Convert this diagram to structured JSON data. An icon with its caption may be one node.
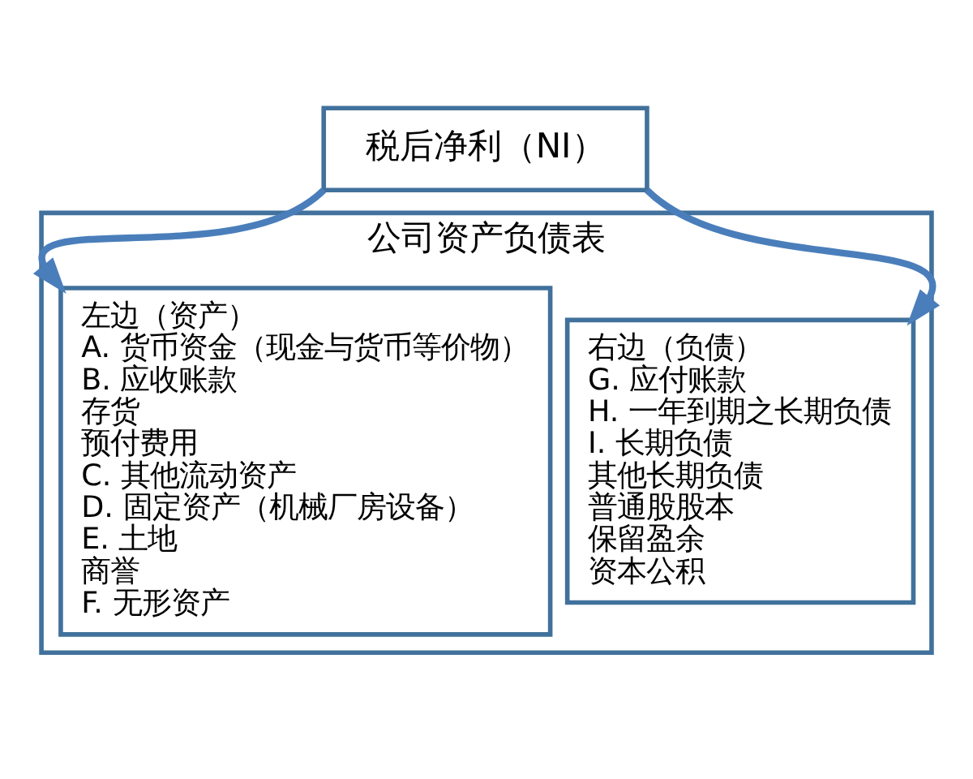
{
  "diagram": {
    "nodes": [
      {
        "text": [
          "税后净利（NI）"
        ]
      },
      {
        "text": [
          "公司资产负债表"
        ]
      },
      {
        "text": [
          "左边（资产）",
          "A. 货币资金（现金与货币等价物）",
          "B. 应收账款",
          "存货",
          "预付费用",
          "C. 其他流动资产",
          "D. 固定资产（机械厂房设备）",
          "E. 土地",
          "商誉",
          "F. 无形资产"
        ],
        "in": 1
      },
      {
        "text": [
          "右边（负债）",
          "G. 应付账款",
          "H. 一年到期之长期负债",
          "I. 长期负债",
          "其他长期负债",
          "普通股股本",
          "保留盈余",
          "资本公积"
        ],
        "in": 1
      }
    ],
    "edges": [
      {
        "from": 0,
        "to": 2,
        "arrow": "to"
      },
      {
        "from": 0,
        "to": 3,
        "arrow": "to"
      }
    ]
  }
}
